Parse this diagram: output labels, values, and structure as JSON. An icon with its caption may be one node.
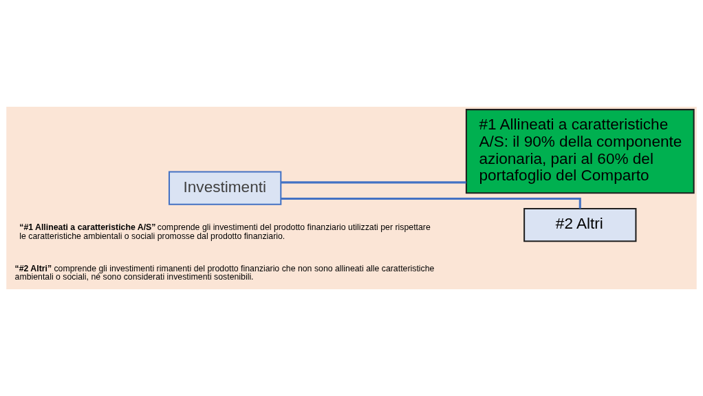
{
  "diagram": {
    "nodes": [
      {
        "text": [
          "Investimenti"
        ]
      },
      {
        "text": [
          "#1 Allineati a caratteristiche A/S: il 90% della componente azionaria, pari al 60% del portafoglio del Comparto"
        ]
      },
      {
        "text": [
          "#2 Altri"
        ]
      }
    ],
    "edges": [
      {
        "from": 0,
        "to": 1,
        "arrow": "none",
        "color": "#4472c4"
      },
      {
        "from": 0,
        "to": 2,
        "arrow": "none",
        "color": "#4472c4"
      }
    ],
    "labels": [
      "**“#1 Allineati a caratteristiche A/S”** comprende gli investimenti del prodotto finanziario utilizzati per rispettare le caratteristiche ambientali o sociali promosse dal prodotto finanziario.",
      "**“#2 Altri”** comprende gli investimenti rimanenti del prodotto finanziario che non sono allineati alle caratteristiche ambientali o sociali, né sono considerati investimenti sostenibili."
    ]
  }
}
